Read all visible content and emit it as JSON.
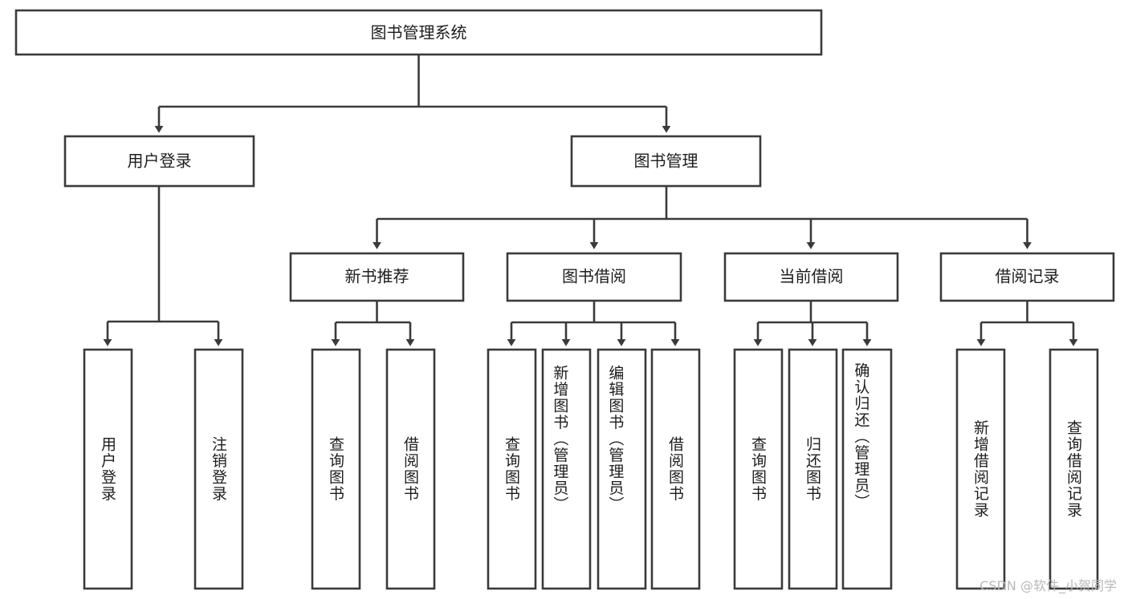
{
  "diagram": {
    "title": "图书管理系统",
    "type": "hierarchy-tree",
    "watermark": "CSDN @软件_小贺同学",
    "colors": {
      "stroke": "#3a3a3a",
      "fill": "#ffffff",
      "text": "#1d1d1d",
      "watermark": "#b8b8b8"
    },
    "levels": {
      "root": {
        "label": "图书管理系统"
      },
      "level2": [
        {
          "label": "用户登录"
        },
        {
          "label": "图书管理"
        }
      ],
      "level3": [
        {
          "label": "新书推荐"
        },
        {
          "label": "图书借阅"
        },
        {
          "label": "当前借阅"
        },
        {
          "label": "借阅记录"
        }
      ],
      "leaves": {
        "user_login": [
          {
            "label": "用户登录"
          },
          {
            "label": "注销登录"
          }
        ],
        "new_book_recommend": [
          {
            "label": "查询图书"
          },
          {
            "label": "借阅图书"
          }
        ],
        "book_borrow": [
          {
            "label": "查询图书"
          },
          {
            "label": "新增图书（管理员）"
          },
          {
            "label": "编辑图书（管理员）"
          },
          {
            "label": "借阅图书"
          }
        ],
        "current_borrow": [
          {
            "label": "查询图书"
          },
          {
            "label": "归还图书"
          },
          {
            "label": "确认归还（管理员）"
          }
        ],
        "borrow_record": [
          {
            "label": "新增借阅记录"
          },
          {
            "label": "查询借阅记录"
          }
        ]
      }
    }
  }
}
